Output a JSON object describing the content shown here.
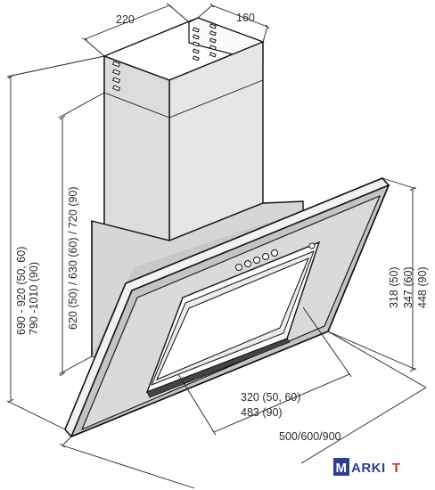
{
  "dimensions": {
    "chimney_depth": "220",
    "chimney_width": "160",
    "total_height_line1": "690 - 920 (50, 60)",
    "total_height_line2": "790 -1010 (90)",
    "chimney_height": "620 (50) / 630 (60) / 720 (90)",
    "panel_height_line1": "318 (50)",
    "panel_height_line2": "347 (60)",
    "panel_height_line3": "448 (90)",
    "body_depth_line1": "320 (50, 60)",
    "body_depth_line2": "483 (90)",
    "hood_width": "500/600/900"
  },
  "logo": {
    "box_letter": "M",
    "rest": "ARKI",
    "tail_mark": "T",
    "box_color": "#2f3f8f",
    "text_color": "#2f3f8f",
    "tail_color": "#d42a2a"
  }
}
